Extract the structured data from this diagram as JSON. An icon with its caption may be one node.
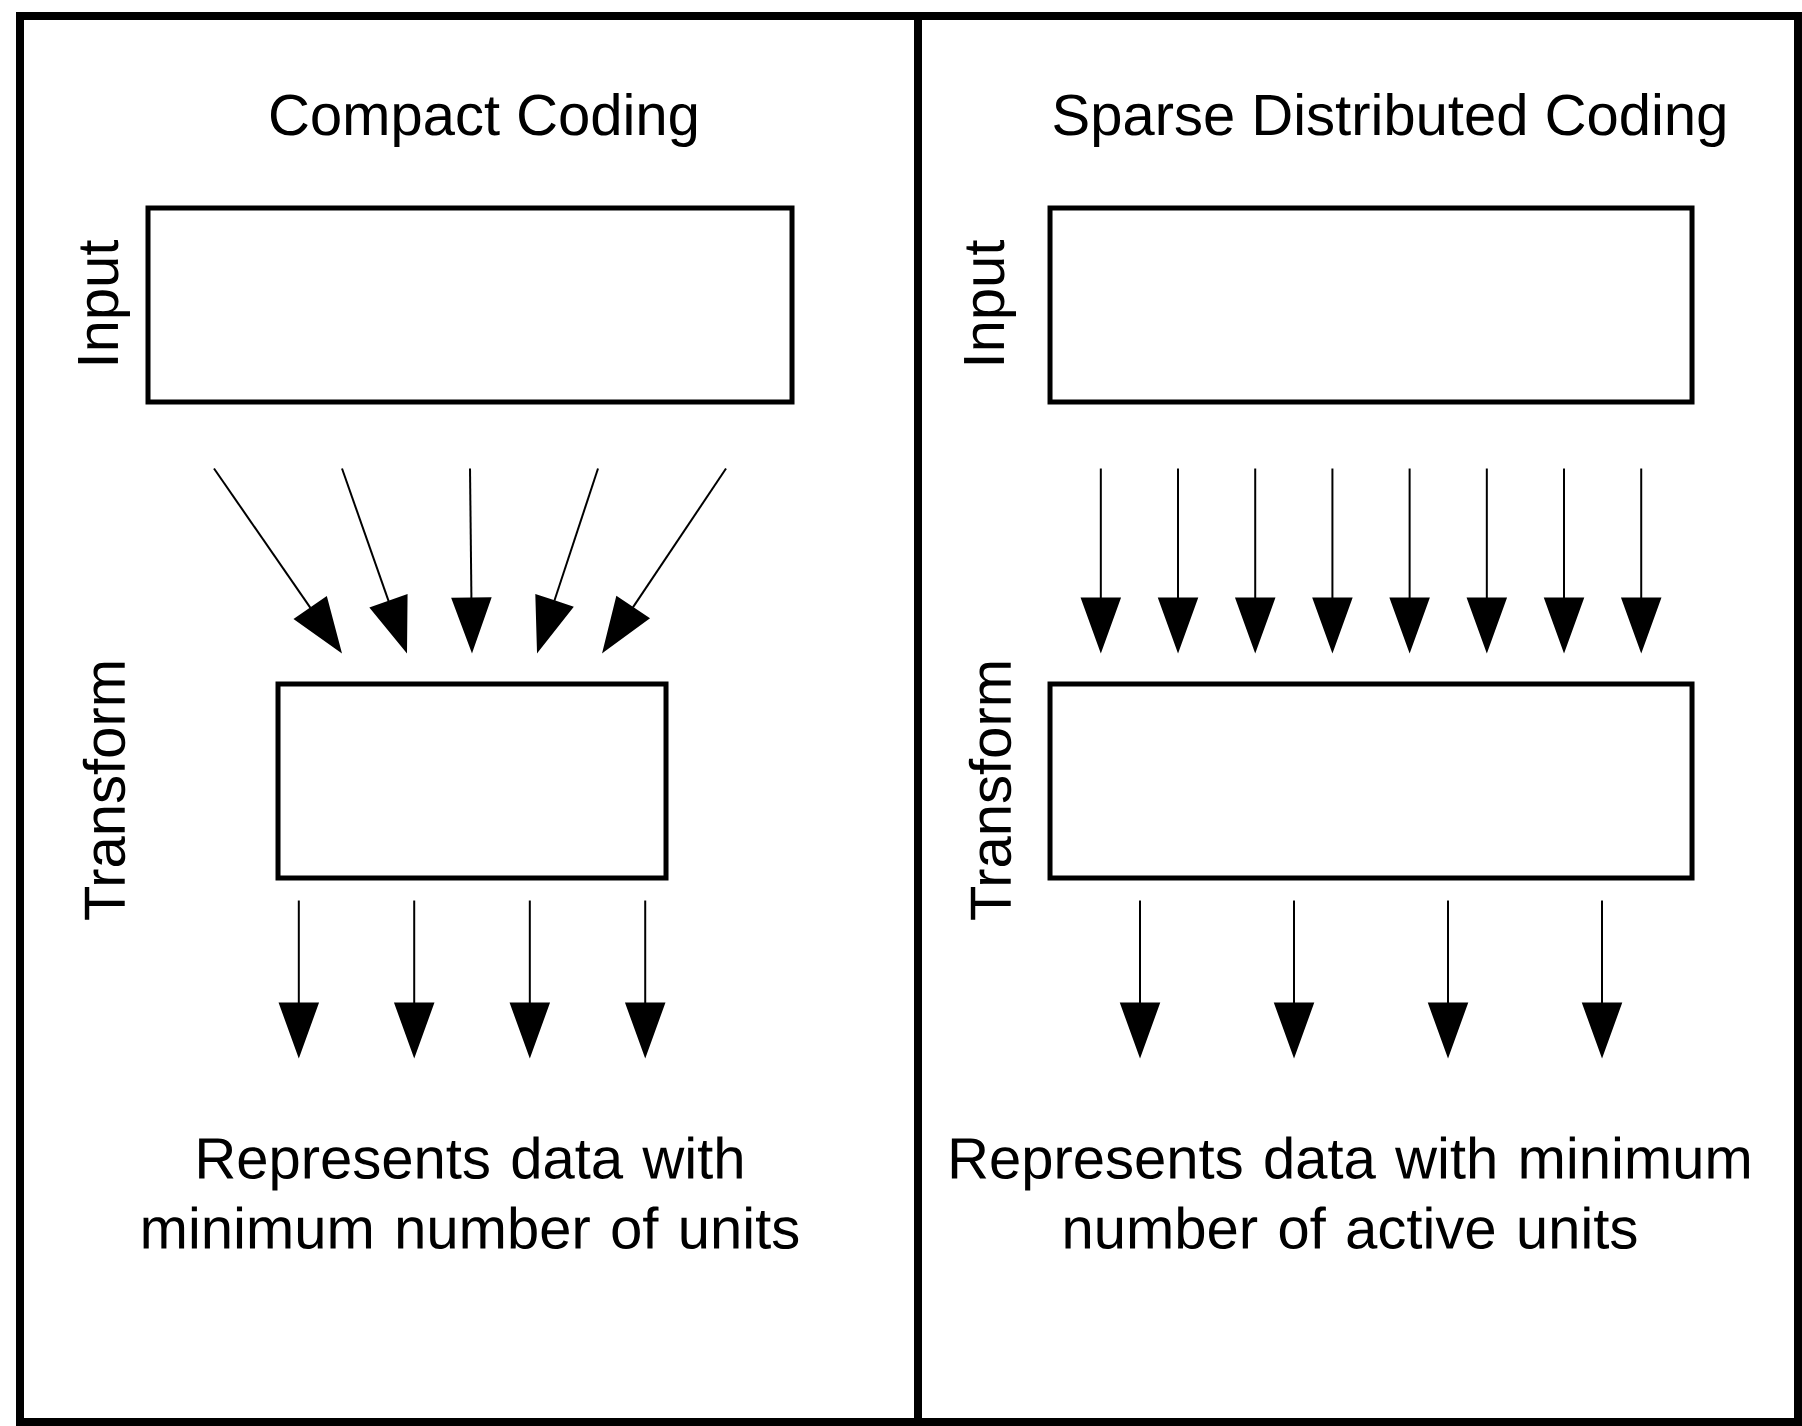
{
  "diagram": {
    "nodes": [
      {
        "text": [
          "Compact Coding",
          "Represents data with minimum number of units"
        ]
      },
      {
        "text": [],
        "shape": "box",
        "beside": [
          "Input"
        ],
        "in": 0
      },
      {
        "text": [],
        "shape": "box",
        "beside": [
          "Transform"
        ],
        "in": 0
      },
      {
        "text": [
          "Sparse Distributed Coding",
          "Represents data with minimum number of active units"
        ]
      },
      {
        "text": [],
        "shape": "box",
        "beside": [
          "Input"
        ],
        "in": 3
      },
      {
        "text": [],
        "shape": "box",
        "beside": [
          "Transform"
        ],
        "in": 3
      }
    ],
    "edges": [
      {
        "from": 1,
        "to": 2,
        "arrow": "to"
      },
      {
        "from": 1,
        "to": 2,
        "arrow": "to"
      },
      {
        "from": 1,
        "to": 2,
        "arrow": "to"
      },
      {
        "from": 1,
        "to": 2,
        "arrow": "to"
      },
      {
        "from": 1,
        "to": 2,
        "arrow": "to"
      },
      {
        "from": 2,
        "to": null,
        "arrow": "to"
      },
      {
        "from": 2,
        "to": null,
        "arrow": "to"
      },
      {
        "from": 2,
        "to": null,
        "arrow": "to"
      },
      {
        "from": 2,
        "to": null,
        "arrow": "to"
      },
      {
        "from": 4,
        "to": 5,
        "arrow": "to"
      },
      {
        "from": 4,
        "to": 5,
        "arrow": "to"
      },
      {
        "from": 4,
        "to": 5,
        "arrow": "to"
      },
      {
        "from": 4,
        "to": 5,
        "arrow": "to"
      },
      {
        "from": 4,
        "to": 5,
        "arrow": "to"
      },
      {
        "from": 4,
        "to": 5,
        "arrow": "to"
      },
      {
        "from": 4,
        "to": 5,
        "arrow": "to"
      },
      {
        "from": 4,
        "to": 5,
        "arrow": "to"
      },
      {
        "from": 5,
        "to": null,
        "arrow": "to"
      },
      {
        "from": 5,
        "to": null,
        "arrow": "to"
      },
      {
        "from": 5,
        "to": null,
        "arrow": "to"
      },
      {
        "from": 5,
        "to": null,
        "arrow": "to"
      }
    ]
  }
}
